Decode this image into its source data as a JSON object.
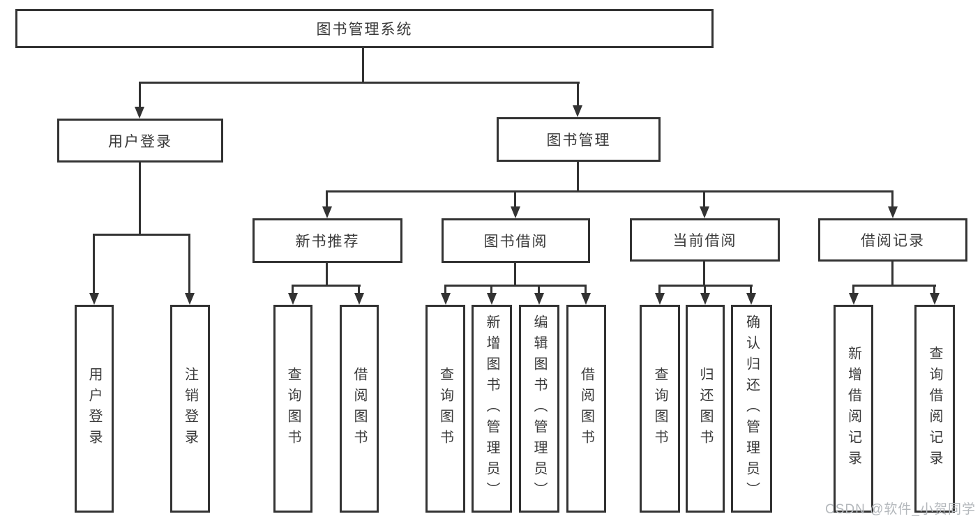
{
  "diagram": {
    "root": {
      "label": "图书管理系统"
    },
    "level2": [
      {
        "label": "用户登录"
      },
      {
        "label": "图书管理"
      }
    ],
    "level3": [
      {
        "label": "新书推荐"
      },
      {
        "label": "图书借阅"
      },
      {
        "label": "当前借阅"
      },
      {
        "label": "借阅记录"
      }
    ],
    "leaves": [
      {
        "label": "用户登录"
      },
      {
        "label": "注销登录"
      },
      {
        "label": "查询图书"
      },
      {
        "label": "借阅图书"
      },
      {
        "label": "查询图书"
      },
      {
        "label": "新增图书（管理员）"
      },
      {
        "label": "编辑图书（管理员）"
      },
      {
        "label": "借阅图书"
      },
      {
        "label": "查询图书"
      },
      {
        "label": "归还图书"
      },
      {
        "label": "确认归还（管理员）"
      },
      {
        "label": "新增借阅记录"
      },
      {
        "label": "查询借阅记录"
      }
    ]
  },
  "watermark": {
    "text": "CSDN @软件_小贺同学"
  },
  "colors": {
    "line": "#333333",
    "box_border": "#333333",
    "text": "#3a3a3a",
    "watermark": "#b4b8bc",
    "background": "#ffffff"
  }
}
